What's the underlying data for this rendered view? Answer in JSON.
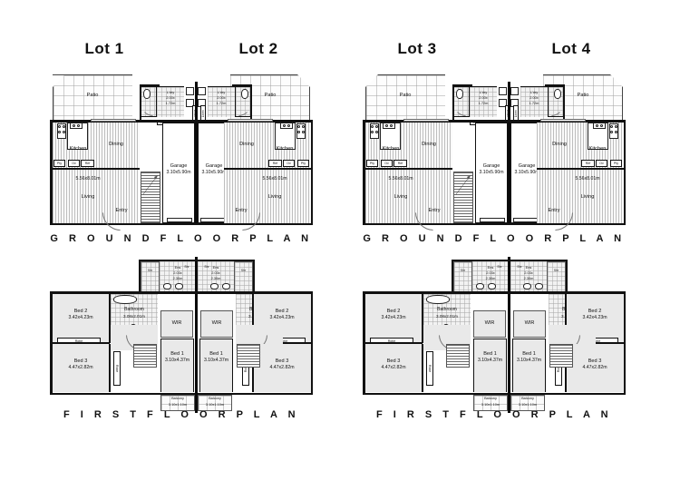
{
  "document": {
    "type": "architectural-floor-plan",
    "units": "metres"
  },
  "lots": [
    {
      "id": "lot1",
      "label": "Lot 1"
    },
    {
      "id": "lot2",
      "label": "Lot 2"
    },
    {
      "id": "lot3",
      "label": "Lot 3"
    },
    {
      "id": "lot4",
      "label": "Lot 4"
    }
  ],
  "plans": [
    {
      "id": "ground",
      "title": "G R O U N D   F L O O R   P L A N"
    },
    {
      "id": "first",
      "title": "F I R S T   F L O O R   P L A N"
    }
  ],
  "plan_titles": {
    "ground_left": "G R O U N D   F L O O R   P L A N",
    "ground_right": "G R O U N D   F L O O R   P L A N",
    "first_left": "F I R S T   F L O O R   P L A N",
    "first_right": "F I R S T   F L O O R   P L A N"
  },
  "ground_floor": {
    "rooms": {
      "patio": {
        "name": "Patio"
      },
      "kitchen": {
        "name": "Kitchen"
      },
      "dining": {
        "name": "Dining"
      },
      "living": {
        "name": "Living",
        "dim": "5.56x8.01m"
      },
      "garage": {
        "name": "Garage",
        "dim": "3.10x5.90m"
      },
      "laundry": {
        "name": "L'dry",
        "dim_line1": "2.00x",
        "dim_line2": "1.72m"
      },
      "entry": {
        "name": "Entry"
      },
      "linen": {
        "name": "Linen"
      }
    },
    "fixtures": {
      "pantry": "Pty",
      "oven": "Ov",
      "fridge": "Ref",
      "linen_small": "Lin"
    }
  },
  "first_floor": {
    "rooms": {
      "bed1": {
        "name": "Bed 1",
        "dim": "3.10x4.37m"
      },
      "bed2": {
        "name": "Bed 2",
        "dim": "3.42x4.23m"
      },
      "bed3": {
        "name": "Bed 3",
        "dim": "4.47x2.82m"
      },
      "bathroom": {
        "name": "Bathroom",
        "dim": "3.08x2.01m"
      },
      "ensuite": {
        "name": "Ens",
        "dim_line1": "2.03x",
        "dim_line2": "2.30m"
      },
      "wir": {
        "name": "WIR"
      },
      "balcony": {
        "name": "Balcony",
        "dim": "3.10x1.10m"
      },
      "shower": {
        "name": "Shr"
      },
      "robe": {
        "name": "Robe"
      },
      "linen": {
        "name": "Lin"
      }
    }
  },
  "colors": {
    "wall": "#111111",
    "room_fill": "#e9e9e9",
    "tile_fill": "#f2f2f2",
    "background": "#ffffff",
    "text": "#111111"
  }
}
